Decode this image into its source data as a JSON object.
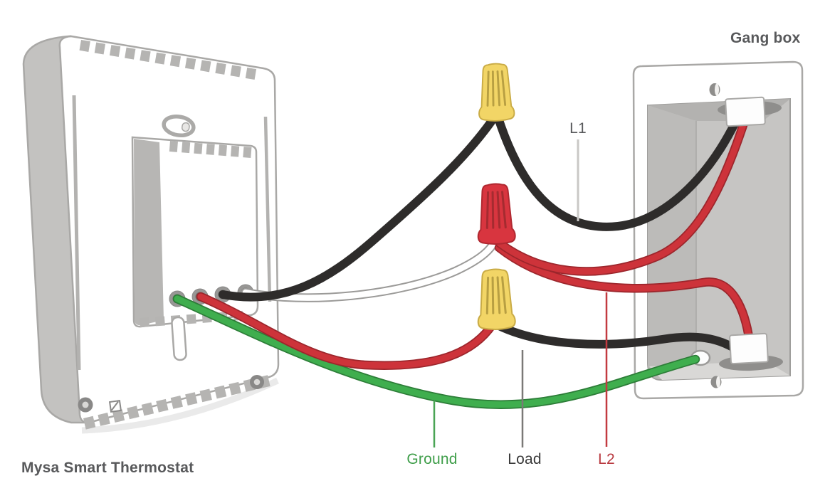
{
  "labels": {
    "thermostat": "Mysa Smart Thermostat",
    "gang_box": "Gang box",
    "l1": "L1",
    "l2": "L2",
    "load": "Load",
    "ground": "Ground"
  },
  "colors": {
    "black_wire": "#2e2c2b",
    "red_wire": "#cd333a",
    "green_wire": "#3fae4e",
    "white_wire": "#ffffff",
    "yellow_connector": "#f2d566",
    "red_connector": "#d8353f",
    "device_body": "#ffffff",
    "device_outline": "#a9a8a6",
    "label_gray": "#58595b",
    "label_green": "#3f9e4a",
    "label_red": "#b93a40",
    "label_dark": "#3a3a3a"
  },
  "connections": {
    "wire_connectors": [
      "yellow",
      "red",
      "yellow"
    ],
    "thermostat_wires": [
      "green",
      "red",
      "black",
      "white"
    ],
    "gang_box_top_cable": [
      "black",
      "red"
    ],
    "gang_box_bottom_cable": [
      "black",
      "red"
    ],
    "ground_entry": "green"
  }
}
